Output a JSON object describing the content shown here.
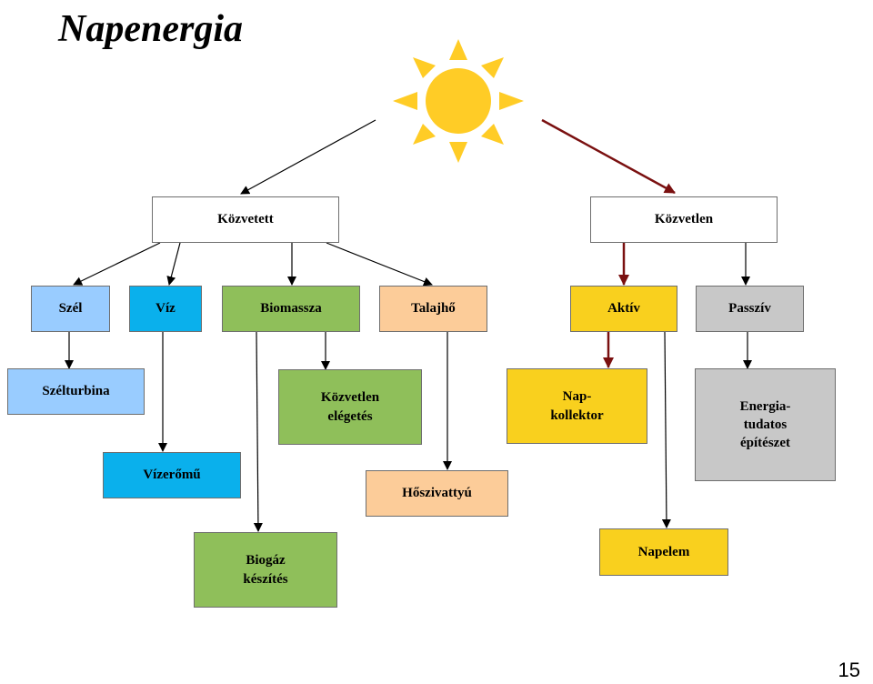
{
  "title": "Napenergia",
  "page_number": "15",
  "colors": {
    "sun": "#ffcc26",
    "arrow_direct": "#7a1010",
    "arrow_default": "#000000",
    "wind": "#99ccff",
    "water": "#0ab0ec",
    "biomass": "#8fbf5a",
    "geothermal": "#fccc99",
    "active": "#f9d01e",
    "passive": "#c8c8c8",
    "neutral": "#ffffff"
  },
  "nodes": {
    "kozvetett": "Közvetett",
    "kozvetlen": "Közvetlen",
    "szel": "Szél",
    "viz": "Víz",
    "biomassza": "Biomassza",
    "talajho": "Talajhő",
    "aktiv": "Aktív",
    "passziv": "Passzív",
    "szelturbina": "Szélturbina",
    "vizeromu": "Vízerőmű",
    "kozvetlen_eleges": "Közvetlen\nelégetés",
    "biogaz": "Biogáz\nkészítés",
    "hoszivattyu": "Hőszivattyú",
    "napkollektor": "Nap-\nkollektor",
    "napelem": "Napelem",
    "energiatudatos": "Energia-\ntudatos\népítészet"
  }
}
